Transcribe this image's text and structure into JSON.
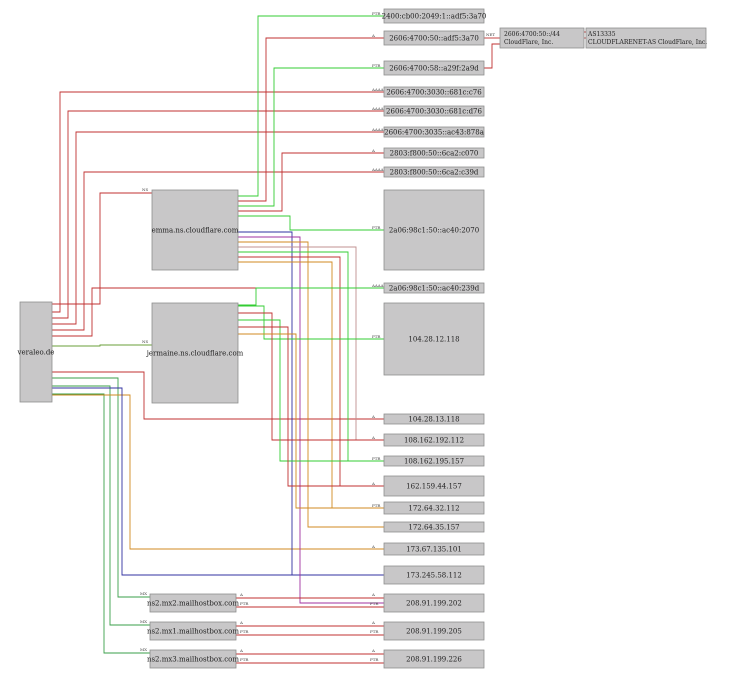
{
  "root": {
    "label": "veraleo.de"
  },
  "nameservers": [
    {
      "label": "emma.ns.cloudflare.com"
    },
    {
      "label": "jermaine.ns.cloudflare.com"
    }
  ],
  "mailservers": [
    {
      "label": "ns2.mx2.mailhostbox.com"
    },
    {
      "label": "ns2.mx1.mailhostbox.com"
    },
    {
      "label": "ns2.mx3.mailhostbox.com"
    }
  ],
  "addresses": [
    {
      "label": "2400:cb00:2049:1::adf5:3a70"
    },
    {
      "label": "2606:4700:50::adf5:3a70"
    },
    {
      "label": "2606:4700:58::a29f:2a9d"
    },
    {
      "label": "2606:4700:3030::681c:c76"
    },
    {
      "label": "2606:4700:3030::681c:d76"
    },
    {
      "label": "2606:4700:3035::ac43:878a"
    },
    {
      "label": "2803:f800:50::6ca2:c070"
    },
    {
      "label": "2803:f800:50::6ca2:c39d"
    },
    {
      "label": "2a06:98c1:50::ac40:2070"
    },
    {
      "label": "2a06:98c1:50::ac40:239d"
    },
    {
      "label": "104.28.12.118"
    },
    {
      "label": "104.28.13.118"
    },
    {
      "label": "108.162.192.112"
    },
    {
      "label": "108.162.195.157"
    },
    {
      "label": "162.159.44.157"
    },
    {
      "label": "172.64.32.112"
    },
    {
      "label": "172.64.35.157"
    },
    {
      "label": "173.67.135.101"
    },
    {
      "label": "173.245.58.112"
    },
    {
      "label": "208.91.199.202"
    },
    {
      "label": "208.91.199.205"
    },
    {
      "label": "208.91.199.226"
    }
  ],
  "network": {
    "label": "2606:4700:50::/44",
    "sublabel": "CloudFlare, Inc."
  },
  "asn": {
    "label": "AS13335",
    "sublabel": "CLOUDFLARENET-AS CloudFlare, Inc."
  },
  "edge_labels": {
    "ns": "NS",
    "mx": "MX",
    "a": "A",
    "aaaa": "AAAA",
    "ptr": "PTR",
    "net": "NET"
  },
  "colors": {
    "node_fill": "#c8c7c8",
    "node_border": "#8e8e8e",
    "ns_edge": "#6a9f3a",
    "mx_edge": "#3a9f4a",
    "a_edge": "#c03030",
    "ptr_edge": "#33cc33",
    "aaaa_edge": "#c03030",
    "extra_edges": [
      "#3030a0",
      "#a030a0",
      "#d08a20",
      "#c09090"
    ]
  }
}
